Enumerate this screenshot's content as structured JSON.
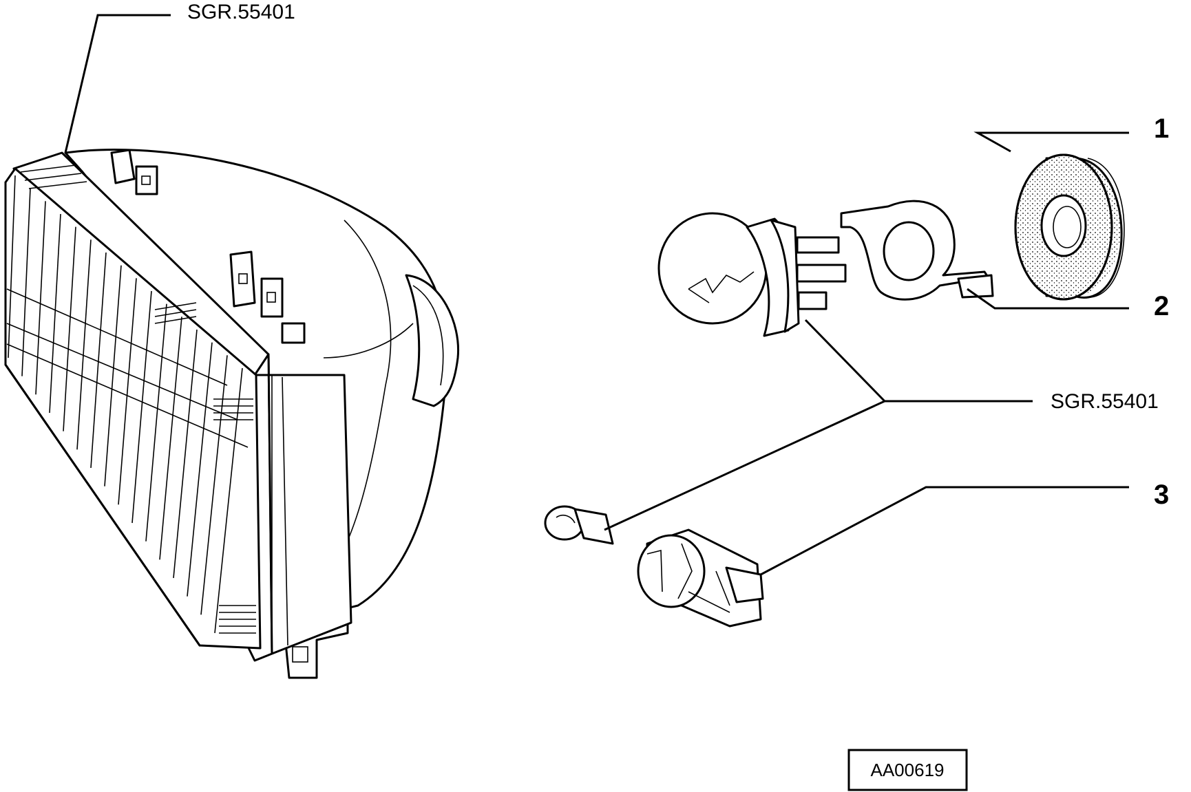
{
  "labels": {
    "ref_top": "SGR.55401",
    "ref_mid": "SGR.55401",
    "item_1": "1",
    "item_2": "2",
    "item_3": "3",
    "drawing_code": "AA00619"
  },
  "parts": [
    {
      "icon": "headlamp-unit-icon"
    },
    {
      "icon": "main-bulb-icon"
    },
    {
      "icon": "retaining-clip-icon"
    },
    {
      "icon": "rubber-cap-icon"
    },
    {
      "icon": "parking-bulb-icon"
    },
    {
      "icon": "bulb-holder-icon"
    }
  ]
}
